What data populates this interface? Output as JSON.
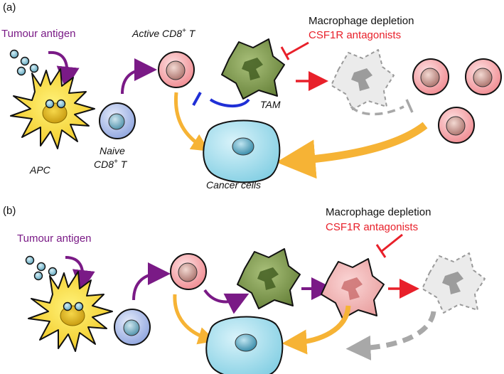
{
  "panel_a": {
    "label": "(a)",
    "antigen_label": "Tumour antigen",
    "apc_label": "APC",
    "naive_label_line1": "Naive",
    "naive_label_line2": "CD8",
    "naive_label_sup": "+",
    "naive_label_tail": " T",
    "active_label": "Active CD8",
    "active_label_sup": "+",
    "active_label_tail": " T",
    "tam_label": "TAM",
    "depletion_label": "Macrophage depletion",
    "antagonist_label": "CSF1R antagonists",
    "cancer_label": "Cancer cells"
  },
  "panel_b": {
    "label": "(b)",
    "antigen_label": "Tumour antigen",
    "depletion_label": "Macrophage depletion",
    "antagonist_label": "CSF1R antagonists"
  },
  "colors": {
    "purple": "#7a1a86",
    "red": "#e8202a",
    "orange": "#f6b335",
    "blue": "#1f2fd6",
    "grey": "#a8a8a8",
    "apc_fill": "#f6d21e",
    "tcell_naive": "#b9c6ee",
    "tcell_active": "#f7a9ad",
    "cancer_fill": "#9fdcec",
    "tam_fill": "#7f9a4e",
    "tam_red_fill": "#f1b0b0"
  }
}
